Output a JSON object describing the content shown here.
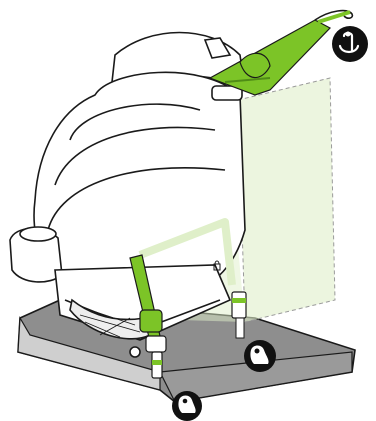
{
  "diagram": {
    "subject": "car-seat-rear-view",
    "colors": {
      "strap_green": "#7cc427",
      "strap_dark": "#4f8c16",
      "base_gray": "#8e8e8e",
      "base_light": "#cfcfcf",
      "ghost_green": "#dfefc9",
      "badge_bg": "#111111",
      "outline": "#1a1a1a"
    },
    "icons": [
      {
        "name": "top-tether-anchor-icon"
      },
      {
        "name": "lower-anchor-icon-right"
      },
      {
        "name": "lower-anchor-icon-bottom"
      }
    ]
  }
}
